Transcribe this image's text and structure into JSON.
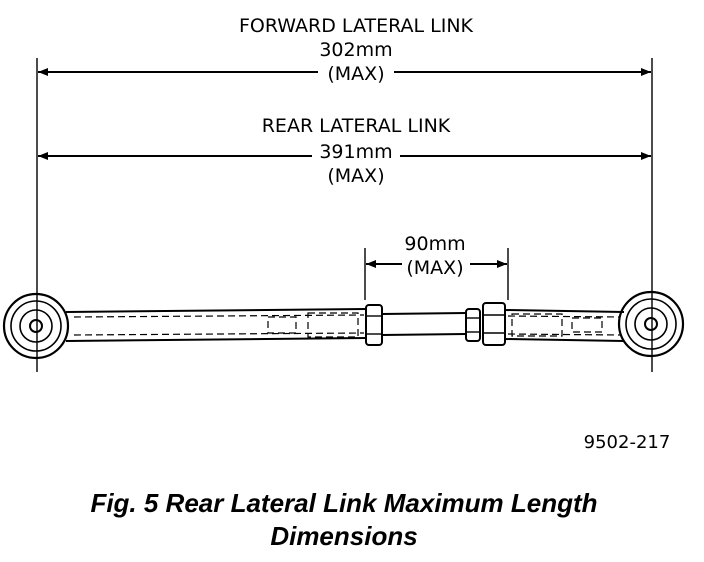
{
  "diagram": {
    "forward": {
      "title": "FORWARD LATERAL LINK",
      "length": "302mm",
      "limit": "(MAX)"
    },
    "rear": {
      "title": "REAR LATERAL LINK",
      "length": "391mm",
      "limit": "(MAX)"
    },
    "adjuster": {
      "length": "90mm",
      "limit": "(MAX)"
    },
    "figure_number": "9502-217",
    "caption_line1": "Fig. 5 Rear Lateral Link Maximum Length",
    "caption_line2": "Dimensions"
  }
}
